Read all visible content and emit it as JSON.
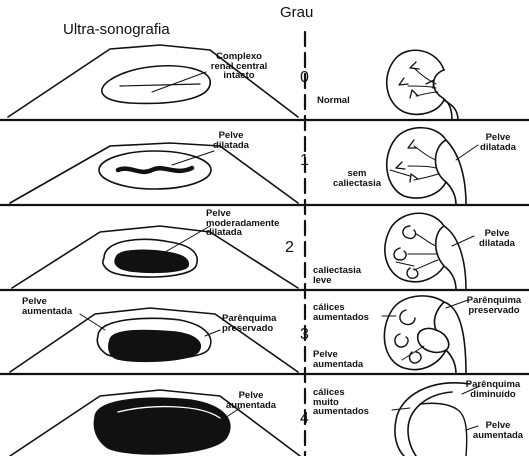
{
  "header": {
    "ultrasound_title": "Ultra-sonografia",
    "grade_title": "Grau"
  },
  "grades": [
    {
      "number": "0",
      "us_labels": [
        "Complexo",
        "renal central",
        "intacto"
      ],
      "kidney_labels": {
        "center": "Normal"
      }
    },
    {
      "number": "1",
      "us_labels": [
        "Pelve",
        "dilatada"
      ],
      "kidney_labels": {
        "center": [
          "sem",
          "caliectasia"
        ],
        "right": [
          "Pelve",
          "dilatada"
        ]
      }
    },
    {
      "number": "2",
      "us_labels": [
        "Pelve",
        "moderadamente",
        "dilatada"
      ],
      "kidney_labels": {
        "center": [
          "caliectasia",
          "leve"
        ],
        "right": [
          "Pelve",
          "dilatada"
        ]
      }
    },
    {
      "number": "3",
      "us_labels_left": [
        "Pelve",
        "aumentada"
      ],
      "us_labels_right": [
        "Parênquima",
        "preservado"
      ],
      "kidney_labels": {
        "calices": [
          "cálices",
          "aumentados"
        ],
        "pelvis": [
          "Pelve",
          "aumentada"
        ],
        "right": [
          "Parênquima",
          "preservado"
        ]
      }
    },
    {
      "number": "4",
      "us_labels": [
        "Pelve",
        "aumentada"
      ],
      "kidney_labels": {
        "calices": [
          "cálices",
          "muito",
          "aumentados"
        ],
        "right_top": [
          "Parênquima",
          "diminuído"
        ],
        "right_bottom": [
          "Pelve",
          "aumentada"
        ]
      }
    }
  ]
}
